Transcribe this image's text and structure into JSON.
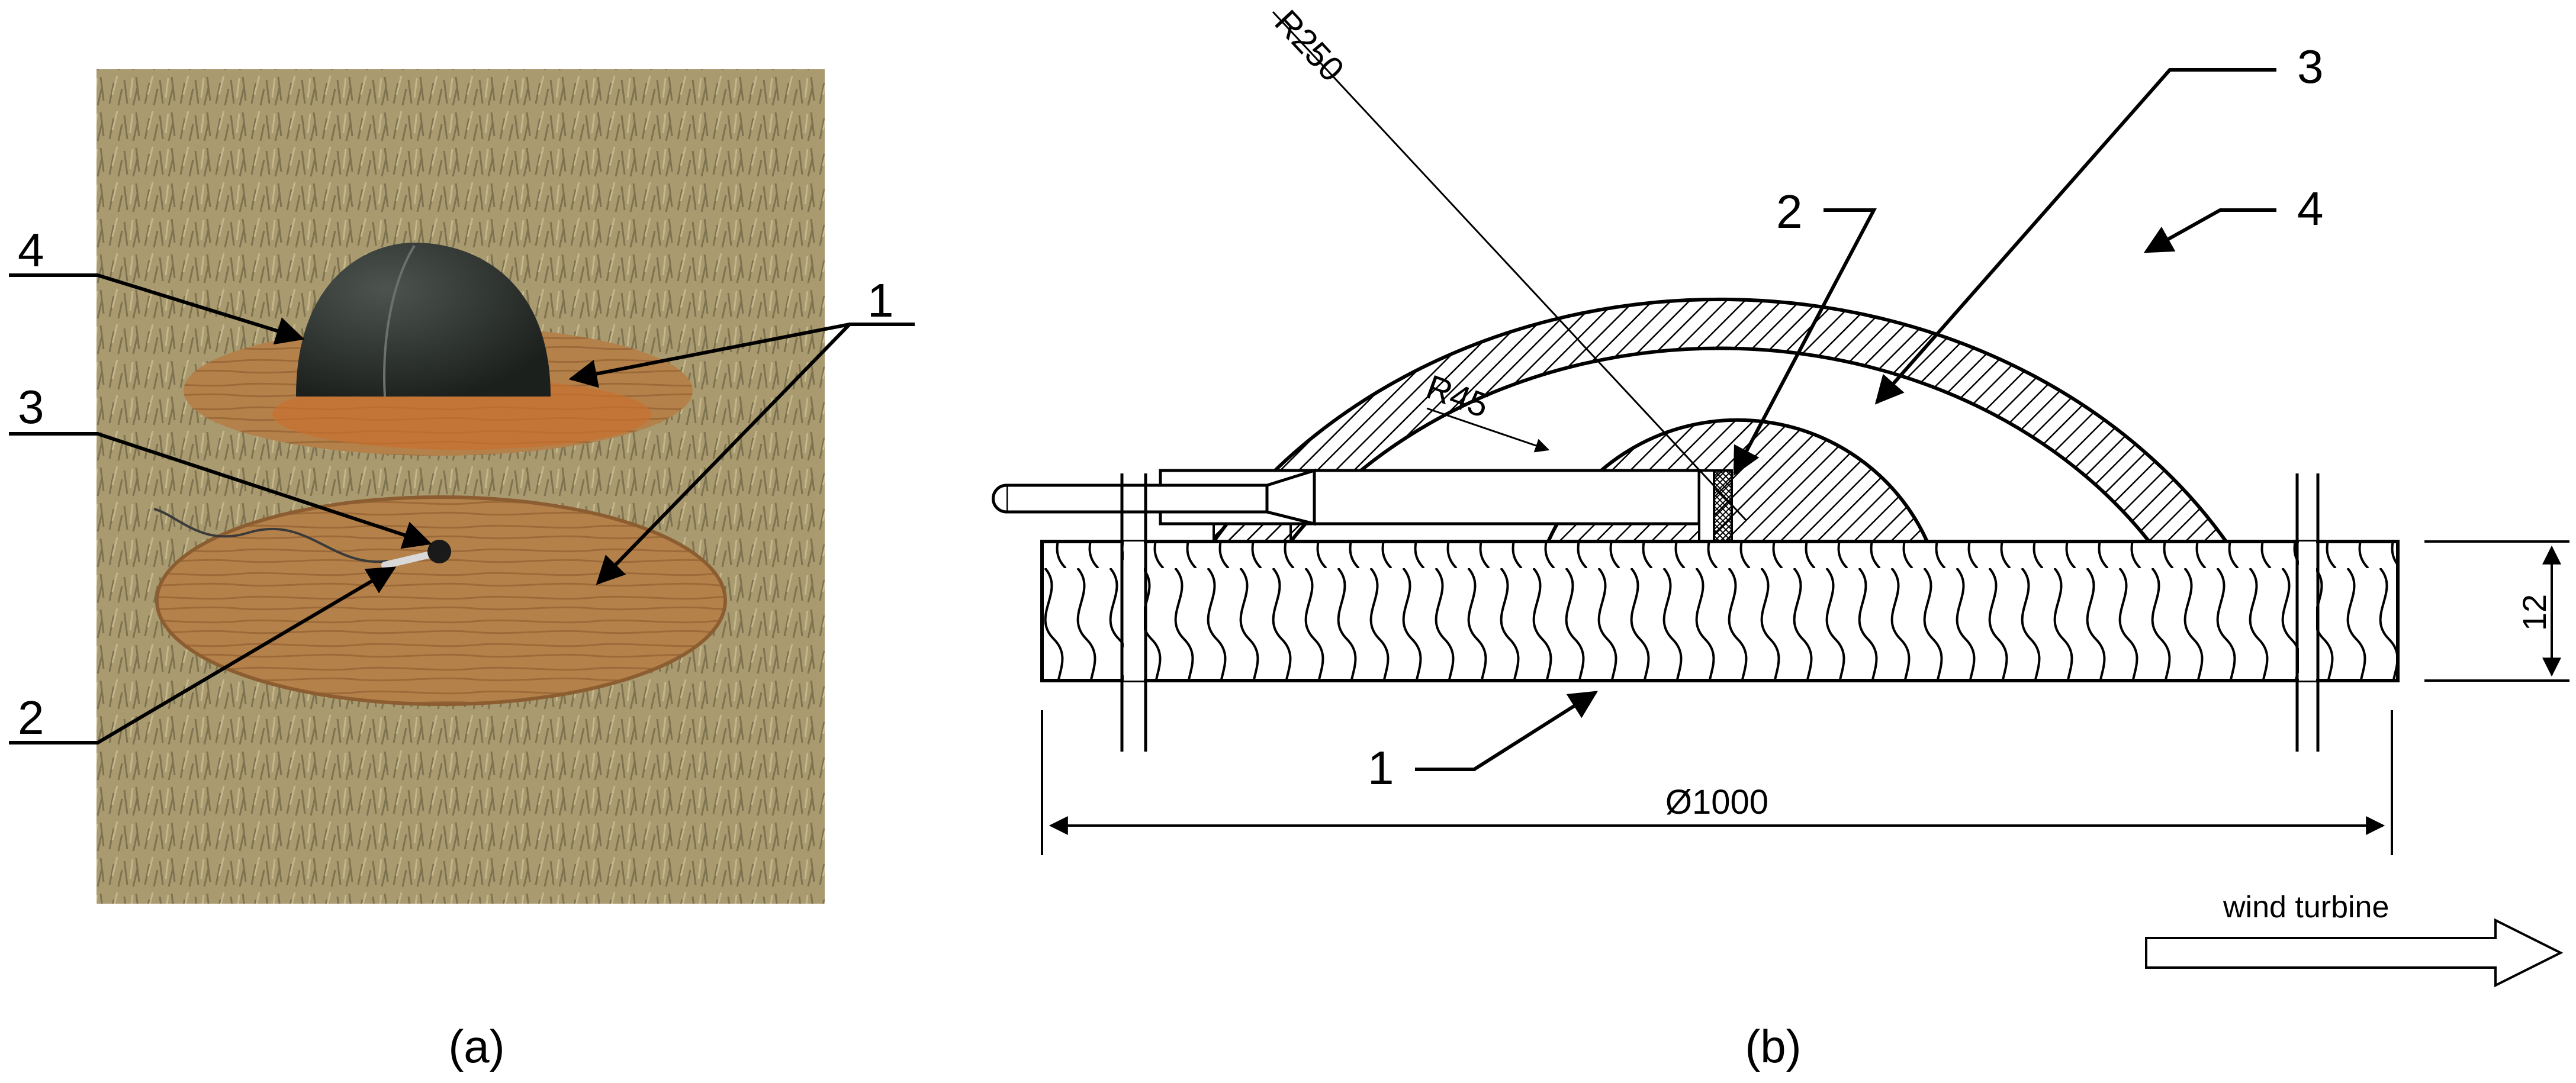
{
  "panel_a": {
    "caption": "(a)",
    "labels": {
      "n1": "1",
      "n2": "2",
      "n3": "3",
      "n4": "4"
    },
    "colors": {
      "grass": "#a99a70",
      "plate": "#b07c45",
      "dome": "#2f3430",
      "mic": "#1a1a1a"
    }
  },
  "panel_b": {
    "caption": "(b)",
    "labels": {
      "n1": "1",
      "n2": "2",
      "n3": "3",
      "n4": "4"
    },
    "dims": {
      "outer_radius": "R250",
      "inner_radius": "R45",
      "diameter": "Ø1000",
      "thickness": "12"
    },
    "arrow_text": "wind turbine"
  }
}
